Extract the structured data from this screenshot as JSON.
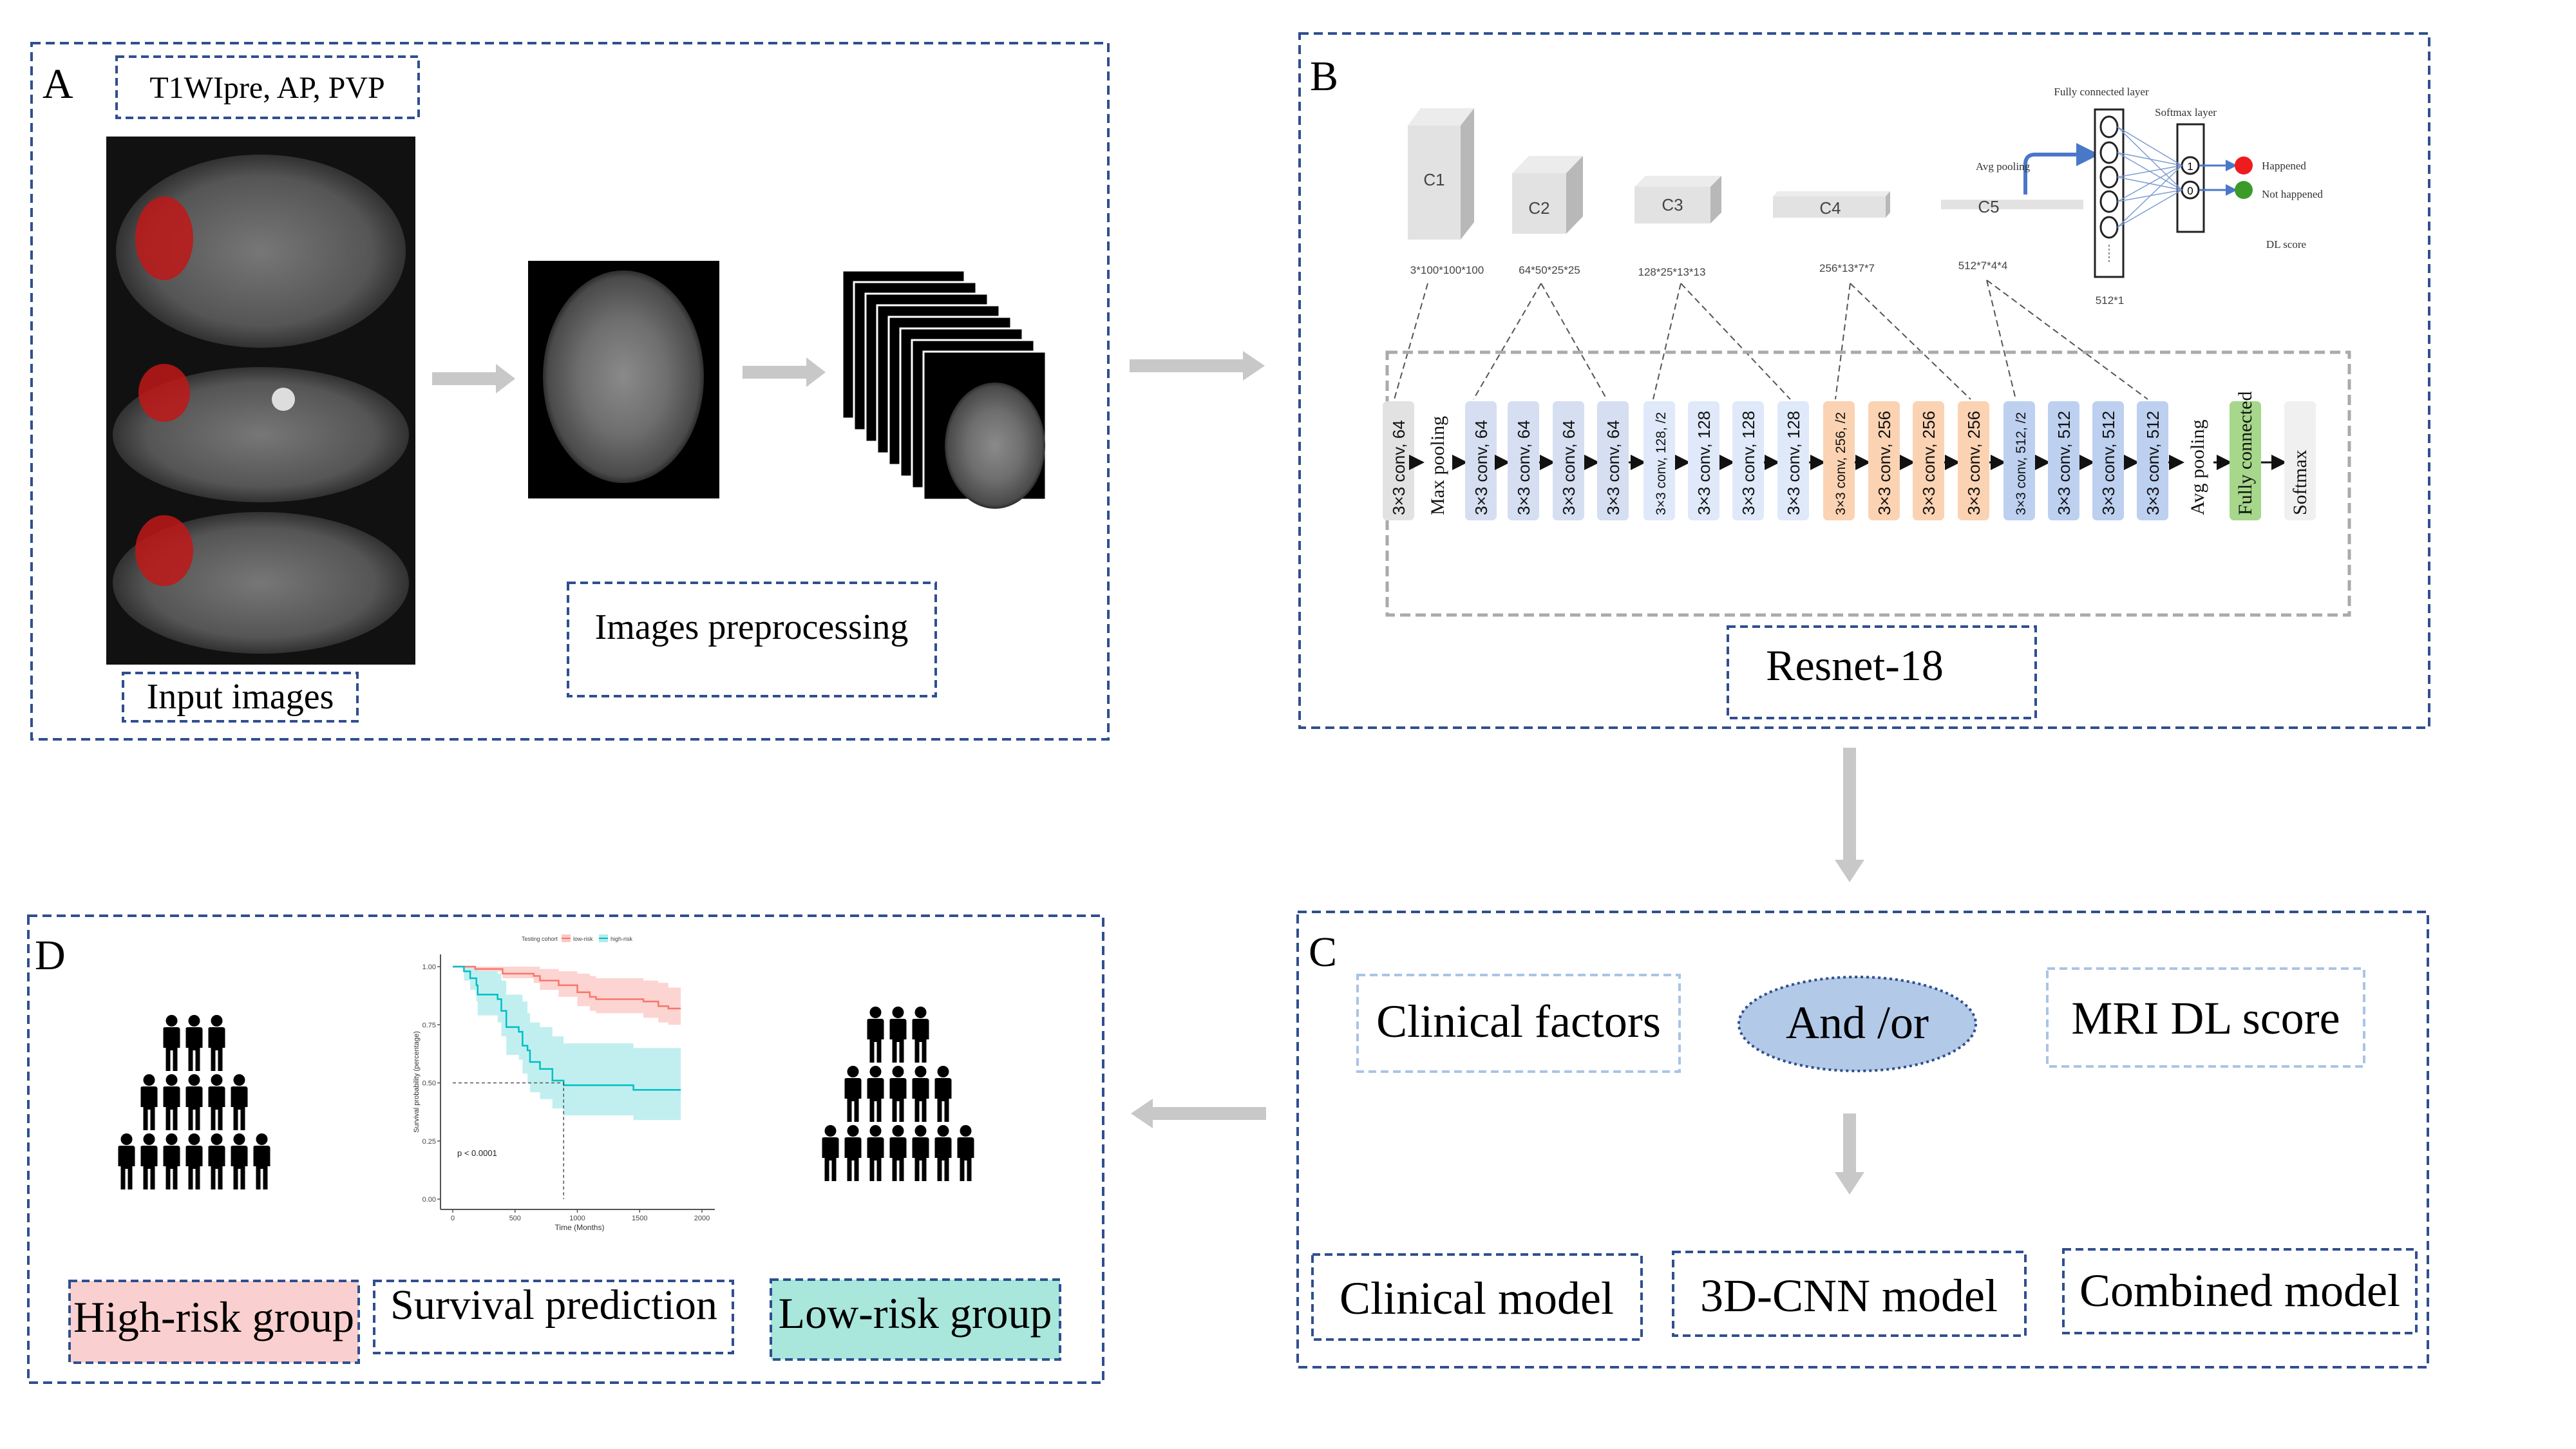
{
  "panel_a": {
    "label": "A",
    "sequences": "T1WIpre, AP, PVP",
    "input_caption": "Input images",
    "preprocessing_caption": "Images preprocessing"
  },
  "panel_b": {
    "label": "B",
    "blocks": [
      "C1",
      "C2",
      "C3",
      "C4",
      "C5"
    ],
    "dims": [
      "3*100*100*100",
      "64*50*25*25",
      "128*25*13*13",
      "256*13*7*7",
      "512*7*4*4"
    ],
    "avg_pooling": "Avg  pooling",
    "fc_title": "Fully connected layer",
    "softmax_title": "Softmax layer",
    "fc_size": "512*1",
    "softmax_nodes": [
      "1",
      "0"
    ],
    "outputs": [
      {
        "label": "Happened",
        "color": "#ee1c1c"
      },
      {
        "label": "Not happened",
        "color": "#3a9a2a"
      }
    ],
    "dl_score": "DL score",
    "layers": [
      {
        "text": "3×3 conv, 64",
        "color": "#e2e2e2"
      },
      {
        "text": "Max  pooling",
        "color": ""
      },
      {
        "text": "3×3 conv, 64",
        "color": "#d5dff1"
      },
      {
        "text": "3×3 conv, 64",
        "color": "#d5dff1"
      },
      {
        "text": "3×3 conv, 64",
        "color": "#d5dff1"
      },
      {
        "text": "3×3 conv, 64",
        "color": "#d5dff1"
      },
      {
        "text": "3×3 conv, 128, /2",
        "color": "#dfe9f9"
      },
      {
        "text": "3×3 conv, 128",
        "color": "#dfe9f9"
      },
      {
        "text": "3×3 conv, 128",
        "color": "#dfe9f9"
      },
      {
        "text": "3×3 conv, 128",
        "color": "#dfe9f9"
      },
      {
        "text": "3×3 conv, 256, /2",
        "color": "#fbd3b3"
      },
      {
        "text": "3×3 conv, 256",
        "color": "#fbd3b3"
      },
      {
        "text": "3×3 conv, 256",
        "color": "#fbd3b3"
      },
      {
        "text": "3×3 conv, 256",
        "color": "#fbd3b3"
      },
      {
        "text": "3×3 conv, 512, /2",
        "color": "#bdd0f0"
      },
      {
        "text": "3×3 conv, 512",
        "color": "#bdd0f0"
      },
      {
        "text": "3×3 conv, 512",
        "color": "#bdd0f0"
      },
      {
        "text": "3×3 conv, 512",
        "color": "#bdd0f0"
      },
      {
        "text": "Avg  pooling",
        "color": ""
      },
      {
        "text": "Fully connected",
        "color": "#a6d78a"
      },
      {
        "text": "Softmax",
        "color": "#f0f0f0"
      }
    ],
    "network_name": "Resnet-18"
  },
  "panel_c": {
    "label": "C",
    "clinical_factors": "Clinical factors",
    "and_or": "And /or",
    "mri_dl_score": "MRI DL score",
    "models": [
      "Clinical model",
      "3D-CNN model",
      "Combined model"
    ],
    "model_fill": "#b4cbe6"
  },
  "panel_d": {
    "label": "D",
    "high_risk": "High-risk group",
    "survival_prediction": "Survival prediction",
    "low_risk": "Low-risk group",
    "high_risk_fill": "#f9d0cf",
    "low_risk_fill": "#a9e6dc",
    "pyramid_rows": [
      3,
      5,
      7
    ]
  },
  "chart_data": {
    "type": "line",
    "title": "",
    "legend_title": "Testing cohort",
    "legend_position": "top",
    "xlabel": "Time (Months)",
    "ylabel": "Survival probability (percentage)",
    "xlim": [
      0,
      2000
    ],
    "ylim": [
      0,
      1
    ],
    "xticks": [
      "0",
      "500",
      "1000",
      "1500",
      "2000"
    ],
    "yticks": [
      "0.00",
      "0.25",
      "0.50",
      "0.75",
      "1.00"
    ],
    "annotation": "p < 0.0001",
    "median_line": {
      "y": 0.5,
      "x": 890
    },
    "series": [
      {
        "name": "low-risk",
        "color": "#f8766d",
        "band_color": "#fbc9c5",
        "x": [
          0,
          180,
          400,
          650,
          700,
          850,
          1000,
          1100,
          1150,
          1530,
          1650,
          1730,
          1830
        ],
        "y": [
          1.0,
          0.99,
          0.97,
          0.96,
          0.94,
          0.92,
          0.89,
          0.87,
          0.86,
          0.85,
          0.83,
          0.82,
          0.82
        ],
        "upper": [
          1.0,
          1.0,
          1.0,
          1.0,
          0.99,
          0.98,
          0.97,
          0.96,
          0.95,
          0.94,
          0.93,
          0.91,
          0.91
        ],
        "lower": [
          1.0,
          0.98,
          0.95,
          0.93,
          0.9,
          0.87,
          0.83,
          0.81,
          0.8,
          0.78,
          0.76,
          0.75,
          0.75
        ]
      },
      {
        "name": "high-risk",
        "color": "#00bfc4",
        "band_color": "#b2ebec",
        "x": [
          0,
          90,
          140,
          190,
          200,
          360,
          390,
          430,
          530,
          560,
          600,
          620,
          700,
          800,
          890,
          1450,
          1830
        ],
        "y": [
          1.0,
          0.98,
          0.95,
          0.92,
          0.88,
          0.86,
          0.81,
          0.74,
          0.72,
          0.66,
          0.64,
          0.59,
          0.56,
          0.51,
          0.49,
          0.47,
          0.47
        ],
        "upper": [
          1.0,
          1.0,
          1.0,
          0.99,
          0.98,
          0.97,
          0.94,
          0.88,
          0.88,
          0.85,
          0.8,
          0.76,
          0.74,
          0.7,
          0.67,
          0.65,
          0.65
        ],
        "lower": [
          1.0,
          0.94,
          0.9,
          0.85,
          0.79,
          0.76,
          0.7,
          0.62,
          0.6,
          0.54,
          0.5,
          0.46,
          0.43,
          0.39,
          0.36,
          0.34,
          0.34
        ]
      }
    ]
  }
}
